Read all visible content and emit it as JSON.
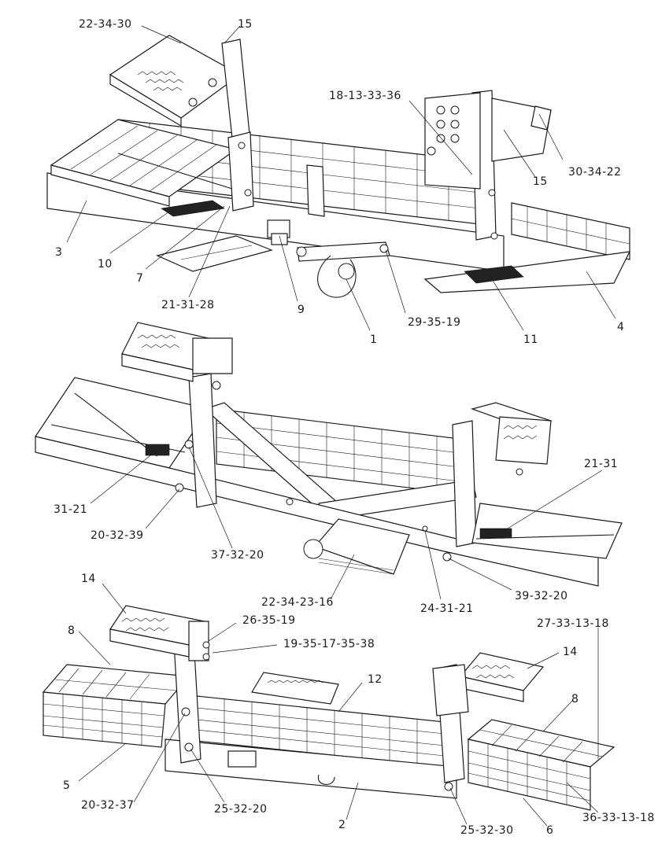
{
  "views": [
    {
      "name": "upper-view",
      "callouts": [
        "22-34-30",
        "15",
        "18-13-33-36",
        "30-34-22",
        "15",
        "3",
        "10",
        "7",
        "21-31-28",
        "9",
        "1",
        "29-35-19",
        "11",
        "4"
      ]
    },
    {
      "name": "middle-view",
      "callouts": [
        "21-31",
        "31-21",
        "20-32-39",
        "37-32-20",
        "22-34-23-16",
        "24-31-21",
        "39-32-20"
      ]
    },
    {
      "name": "lower-view",
      "callouts": [
        "14",
        "8",
        "26-35-19",
        "19-35-17-35-38",
        "27-33-13-18",
        "14",
        "12",
        "8",
        "5",
        "20-32-37",
        "25-32-20",
        "2",
        "25-32-30",
        "6",
        "36-33-13-18"
      ]
    }
  ]
}
